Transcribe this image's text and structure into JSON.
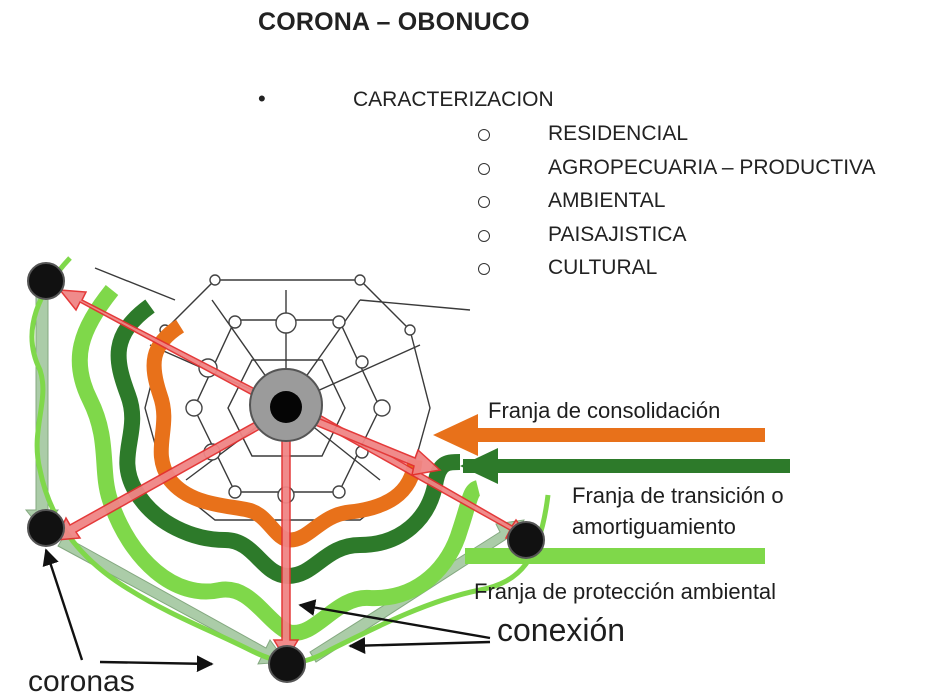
{
  "title": "CORONA – OBONUCO",
  "caracterizacion": {
    "heading": "CARACTERIZACION",
    "items": [
      "RESIDENCIAL",
      "AGROPECUARIA – PRODUCTIVA",
      "AMBIENTAL",
      "PAISAJISTICA",
      "CULTURAL"
    ]
  },
  "labels": {
    "consolidacion": "Franja de consolidación",
    "transicion_1": "Franja de transición o",
    "transicion_2": "amortiguamiento",
    "proteccion": "Franja de protección ambiental",
    "conexion": "conexión",
    "coronas": "coronas"
  },
  "colors": {
    "consolidacion": "#e8711a",
    "transicion": "#2d7a2a",
    "proteccion": "#7fd84a",
    "conexion": "#e33030",
    "coronas_links": "#7da777"
  }
}
